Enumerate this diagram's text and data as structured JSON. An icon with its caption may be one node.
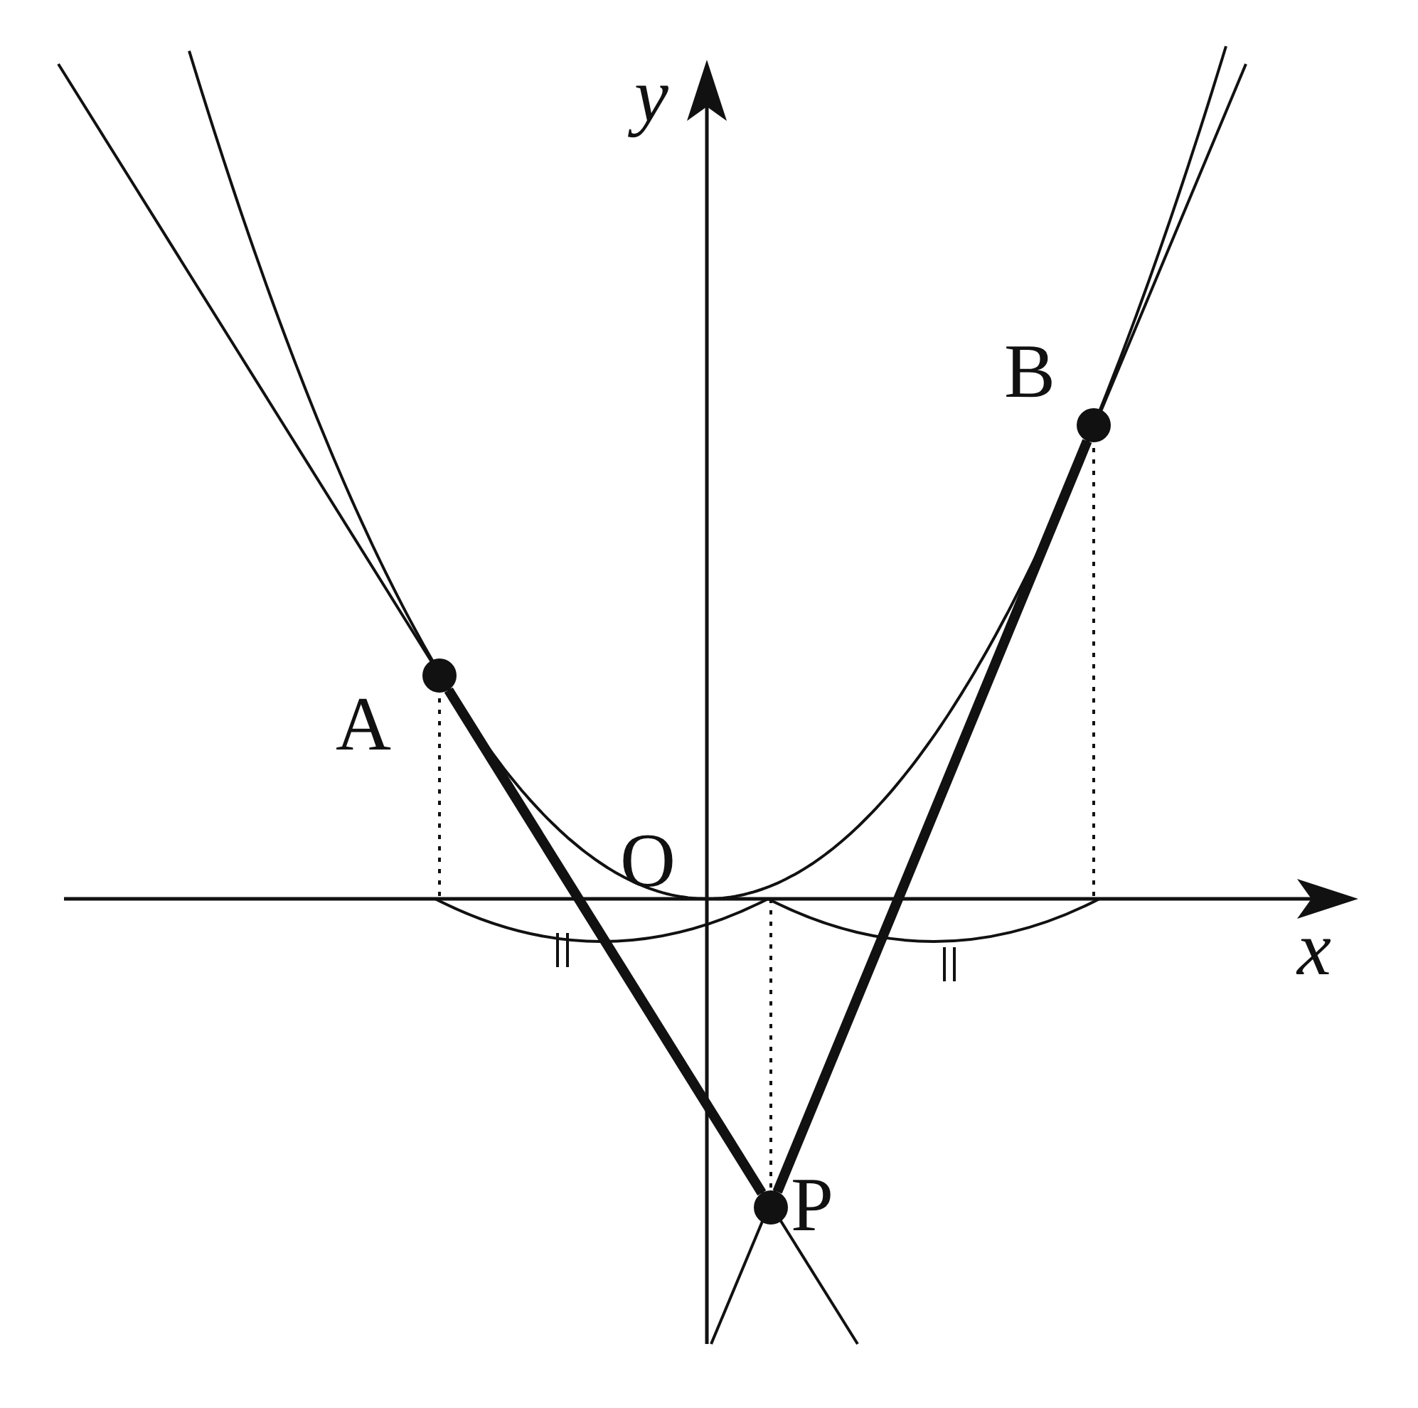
{
  "diagram": {
    "nodes": [
      {
        "text": [],
        "shape": "circle",
        "beside": [
          "A"
        ]
      },
      {
        "text": [],
        "shape": "circle",
        "beside": [
          "B"
        ]
      },
      {
        "text": [],
        "shape": "circle",
        "beside": [
          "P"
        ]
      }
    ],
    "edges": [
      {
        "from": 0,
        "to": 2,
        "arrow": "none"
      },
      {
        "from": 1,
        "to": 2,
        "arrow": "none"
      }
    ],
    "labels": [
      "y",
      "O",
      "x"
    ]
  }
}
